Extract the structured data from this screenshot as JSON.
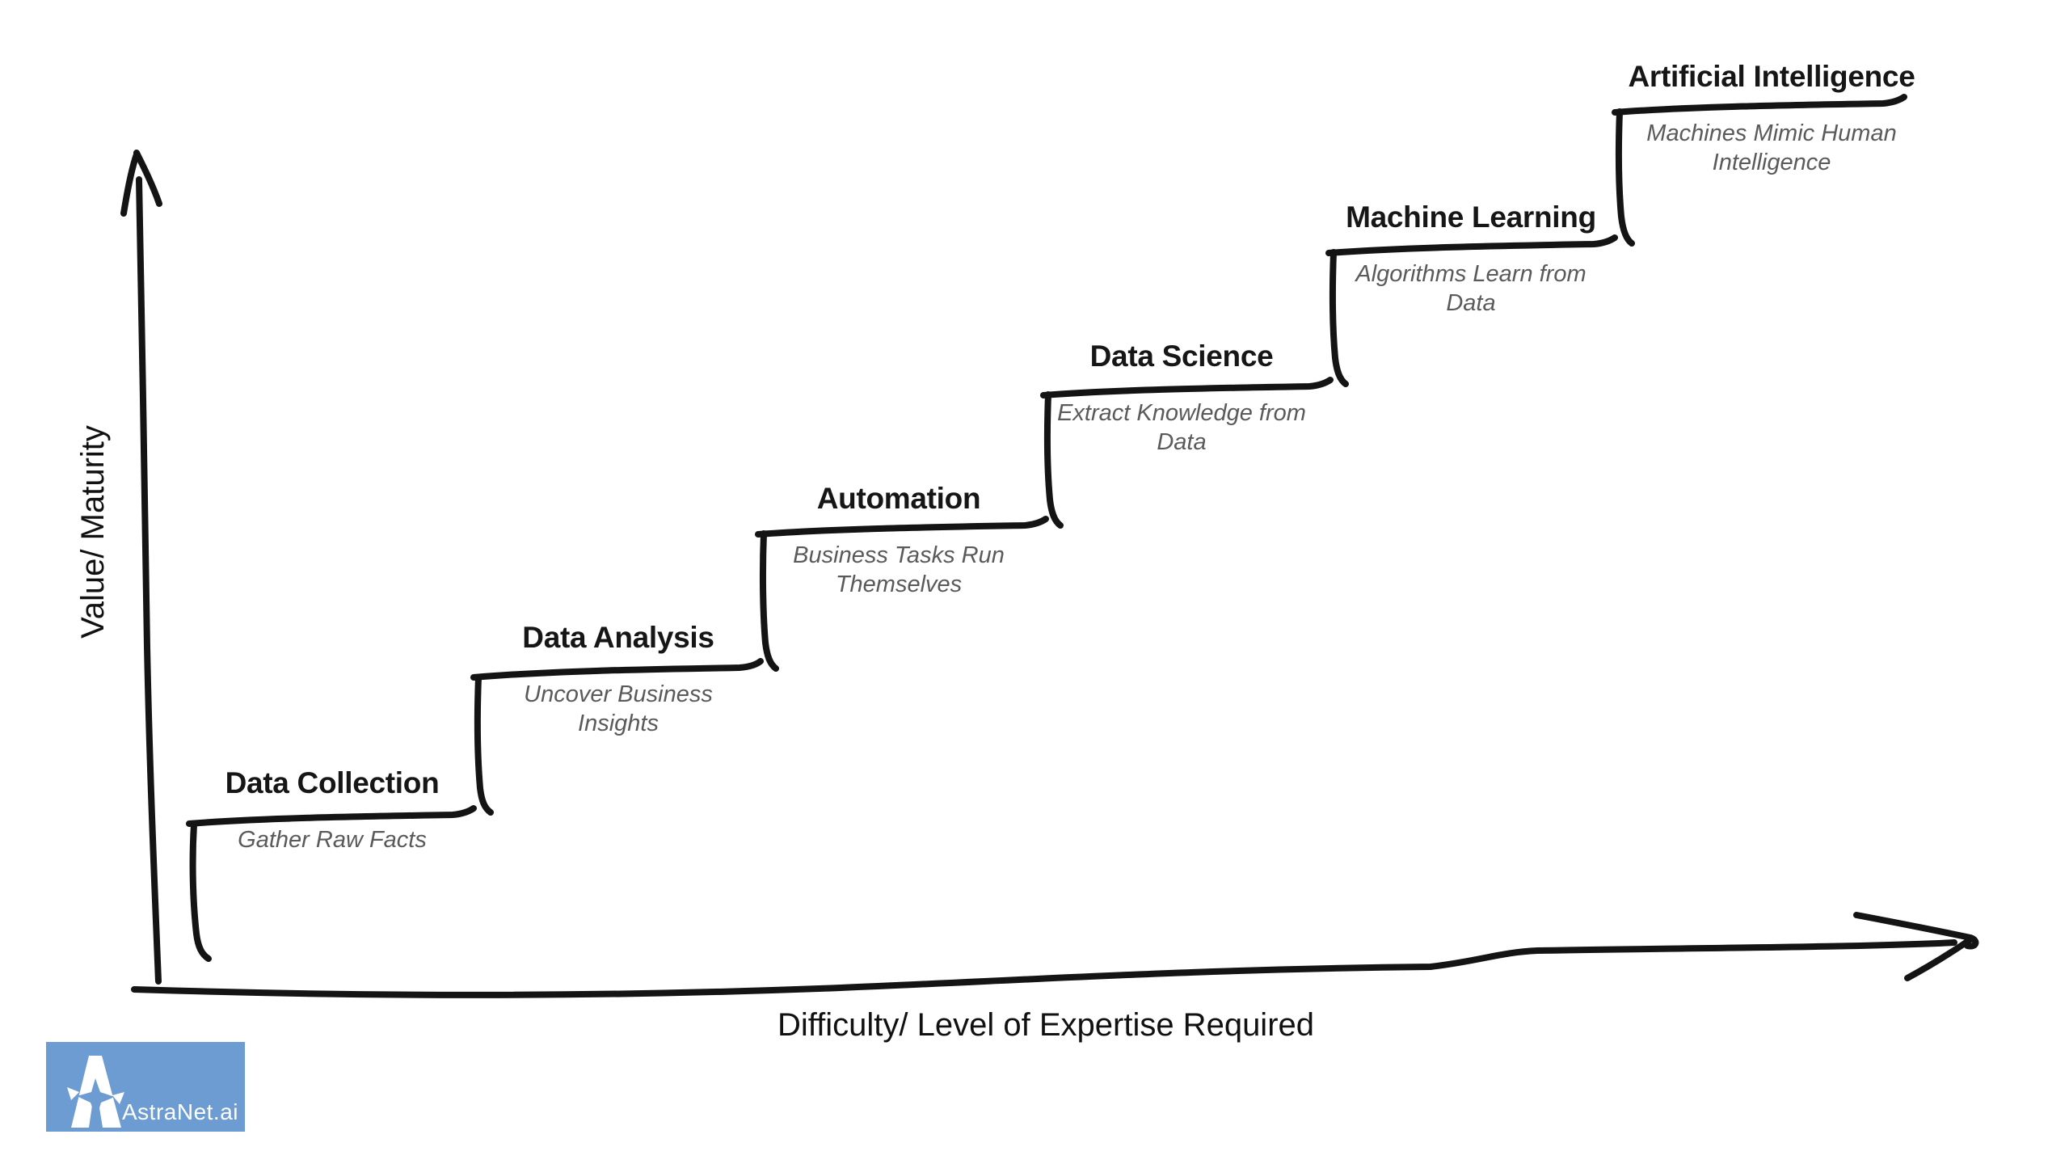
{
  "diagram": {
    "type": "staircase-infographic",
    "background_color": "#ffffff",
    "stroke_color": "#141414",
    "title_color": "#161616",
    "subtitle_color": "#5a5a5a",
    "y_axis_label": "Value/ Maturity",
    "x_axis_label": "Difficulty/ Level of Expertise Required",
    "steps": [
      {
        "title": "Data Collection",
        "subtitle_lines": [
          "Gather Raw Facts"
        ]
      },
      {
        "title": "Data Analysis",
        "subtitle_lines": [
          "Uncover Business",
          "Insights"
        ]
      },
      {
        "title": "Automation",
        "subtitle_lines": [
          "Business Tasks Run",
          "Themselves"
        ]
      },
      {
        "title": "Data Science",
        "subtitle_lines": [
          "Extract Knowledge from",
          "Data"
        ]
      },
      {
        "title": "Machine Learning",
        "subtitle_lines": [
          "Algorithms Learn from",
          "Data"
        ]
      },
      {
        "title": "Artificial Intelligence",
        "subtitle_lines": [
          "Machines Mimic Human",
          "Intelligence"
        ]
      }
    ],
    "logo": {
      "text": "AstraNet.ai",
      "background_color": "#6d9cd2",
      "mark_color": "#ffffff",
      "mark": "astranet-a-star-icon"
    }
  }
}
